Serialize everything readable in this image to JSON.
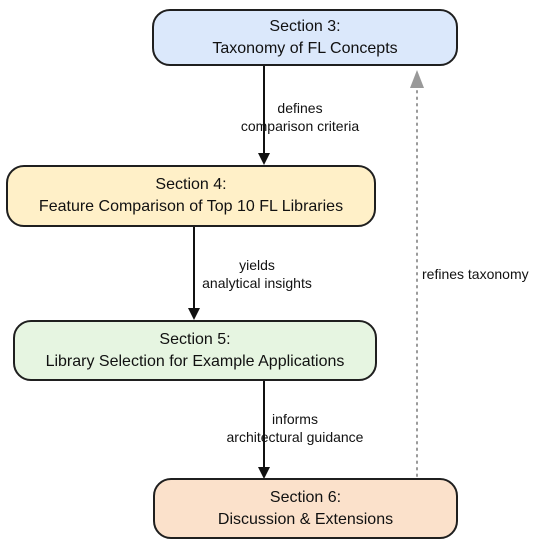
{
  "nodes": [
    {
      "id": "s3",
      "title": "Section 3:",
      "subtitle": "Taxonomy of FL Concepts",
      "fill": "#dbe8fb"
    },
    {
      "id": "s4",
      "title": "Section 4:",
      "subtitle": "Feature Comparison of Top 10 FL Libraries",
      "fill": "#fff0c8"
    },
    {
      "id": "s5",
      "title": "Section 5:",
      "subtitle": "Library Selection for Example Applications",
      "fill": "#e6f5e1"
    },
    {
      "id": "s6",
      "title": "Section 6:",
      "subtitle": "Discussion & Extensions",
      "fill": "#fbe1cb"
    }
  ],
  "edges": [
    {
      "from": "s3",
      "to": "s4",
      "line1": "defines",
      "line2": "comparison criteria",
      "style": "solid"
    },
    {
      "from": "s4",
      "to": "s5",
      "line1": "yields",
      "line2": "analytical insights",
      "style": "solid"
    },
    {
      "from": "s5",
      "to": "s6",
      "line1": "informs",
      "line2": "architectural guidance",
      "style": "solid"
    },
    {
      "from": "s6",
      "to": "s3",
      "line1": "refines taxonomy",
      "style": "dotted"
    }
  ],
  "colors": {
    "solid_edge": "#111111",
    "dotted_edge": "#999999"
  }
}
